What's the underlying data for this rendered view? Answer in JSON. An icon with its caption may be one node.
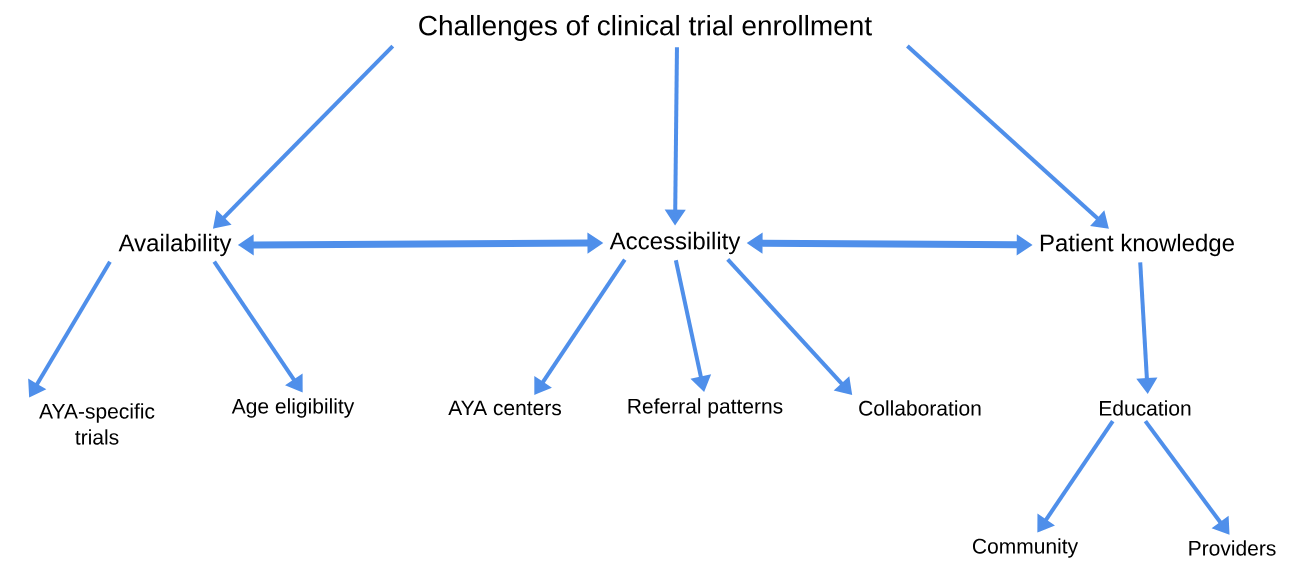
{
  "diagram": {
    "nodes": [
      {
        "text": [
          "Challenges of clinical trial enrollment"
        ]
      },
      {
        "text": [
          "Availability"
        ]
      },
      {
        "text": [
          "Accessibility"
        ]
      },
      {
        "text": [
          "Patient knowledge"
        ]
      },
      {
        "text": [
          "AYA-specific trials"
        ]
      },
      {
        "text": [
          "Age eligibility"
        ]
      },
      {
        "text": [
          "AYA centers"
        ]
      },
      {
        "text": [
          "Referral patterns"
        ]
      },
      {
        "text": [
          "Collaboration"
        ]
      },
      {
        "text": [
          "Education"
        ]
      },
      {
        "text": [
          "Community"
        ]
      },
      {
        "text": [
          "Providers"
        ]
      }
    ],
    "edges": [
      {
        "from": 0,
        "to": 1,
        "arrow": "to"
      },
      {
        "from": 0,
        "to": 2,
        "arrow": "to"
      },
      {
        "from": 0,
        "to": 3,
        "arrow": "to"
      },
      {
        "from": 1,
        "to": 2,
        "arrow": "both"
      },
      {
        "from": 2,
        "to": 3,
        "arrow": "both"
      },
      {
        "from": 1,
        "to": 4,
        "arrow": "to"
      },
      {
        "from": 1,
        "to": 5,
        "arrow": "to"
      },
      {
        "from": 2,
        "to": 6,
        "arrow": "to"
      },
      {
        "from": 2,
        "to": 7,
        "arrow": "to"
      },
      {
        "from": 2,
        "to": 8,
        "arrow": "to"
      },
      {
        "from": 3,
        "to": 9,
        "arrow": "to"
      },
      {
        "from": 9,
        "to": 10,
        "arrow": "to"
      },
      {
        "from": 9,
        "to": 11,
        "arrow": "to"
      }
    ]
  }
}
